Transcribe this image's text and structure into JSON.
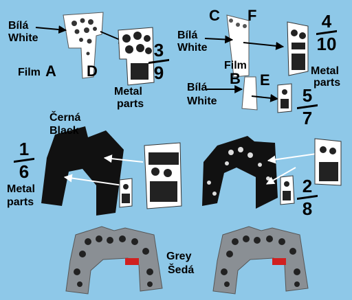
{
  "labels": {
    "tl_bila": "Bílá",
    "tl_white": "White",
    "tl_film": "Film",
    "tl_A": "A",
    "tl_D": "D",
    "tl_frac_top": "3",
    "tl_frac_bottom": "9",
    "tl_metal": "Metal",
    "tl_parts": "parts",
    "tr_C": "C",
    "tr_F": "F",
    "tr_bila": "Bílá",
    "tr_white": "White",
    "tr_film": "Film",
    "tr_frac_top": "4",
    "tr_frac_bottom": "10",
    "tr_metal": "Metal",
    "tr_parts": "parts",
    "mr_B": "B",
    "mr_E": "E",
    "mr_bila": "Bílá",
    "mr_white": "White",
    "mr_frac_top": "5",
    "mr_frac_bottom": "7",
    "ml_cerna": "Černá",
    "ml_black": "Black",
    "ml_frac_top": "1",
    "ml_frac_bottom": "6",
    "ml_metal": "Metal",
    "ml_parts": "parts",
    "mid_frac_top": "2",
    "mid_frac_bottom": "8",
    "bot_grey": "Grey",
    "bot_seda": "Šedá"
  },
  "colors": {
    "background": "#8ec8e8",
    "film": "#ffffff",
    "metal": "#2a2a2a",
    "black_panel": "#111111",
    "grey_panel": "#8a8f94",
    "accent_red": "#d02020"
  }
}
